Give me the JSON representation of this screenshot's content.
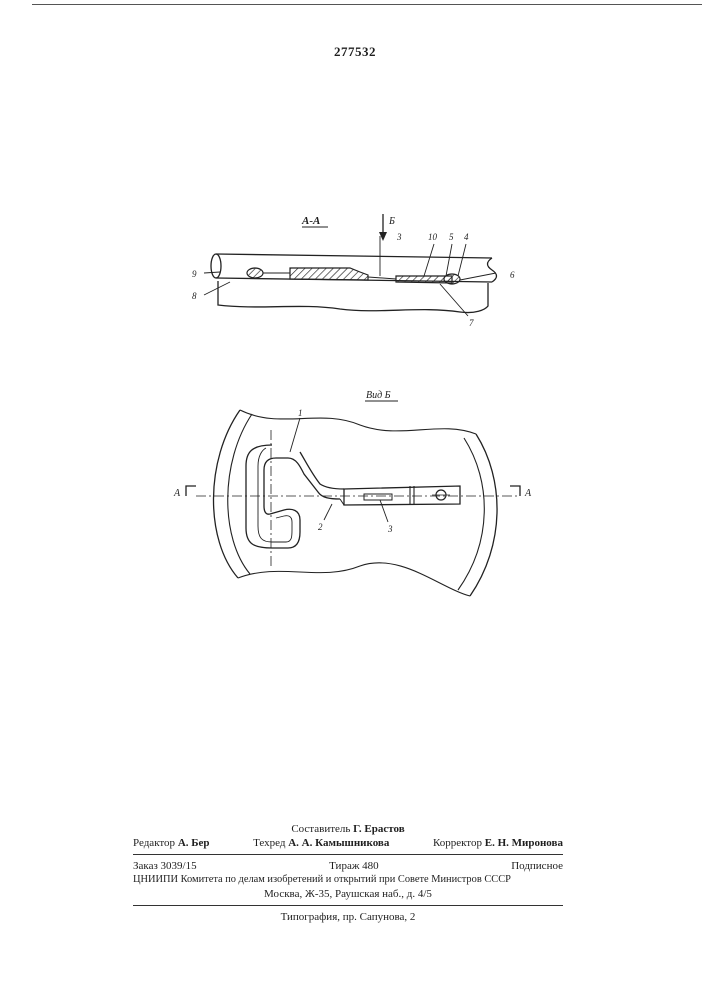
{
  "header": {
    "patent_number": "277532"
  },
  "figure_top": {
    "section_label": "А-А",
    "view_arrow_label": "Б",
    "callouts": [
      "3",
      "10",
      "5",
      "4",
      "6",
      "7",
      "9",
      "8"
    ]
  },
  "figure_bottom": {
    "view_label": "Вид Б",
    "section_marks": [
      "А",
      "А"
    ],
    "callouts": [
      "1",
      "2",
      "3"
    ]
  },
  "imprint": {
    "compiler_label": "Составитель",
    "compiler_name": "Г. Ерастов",
    "editor_label": "Редактор",
    "editor_name": "А. Бер",
    "techred_label": "Техред",
    "techred_name": "А. А. Камышникова",
    "corrector_label": "Корректор",
    "corrector_name": "Е. Н. Миронова",
    "order": "Заказ 3039/15",
    "circulation": "Тираж 480",
    "subscription": "Подписное",
    "org_line": "ЦНИИПИ Комитета по делам изобретений и открытий при Совете Министров СССР",
    "address": "Москва, Ж-35, Раушская наб., д. 4/5",
    "printer": "Типография, пр. Сапунова, 2"
  }
}
